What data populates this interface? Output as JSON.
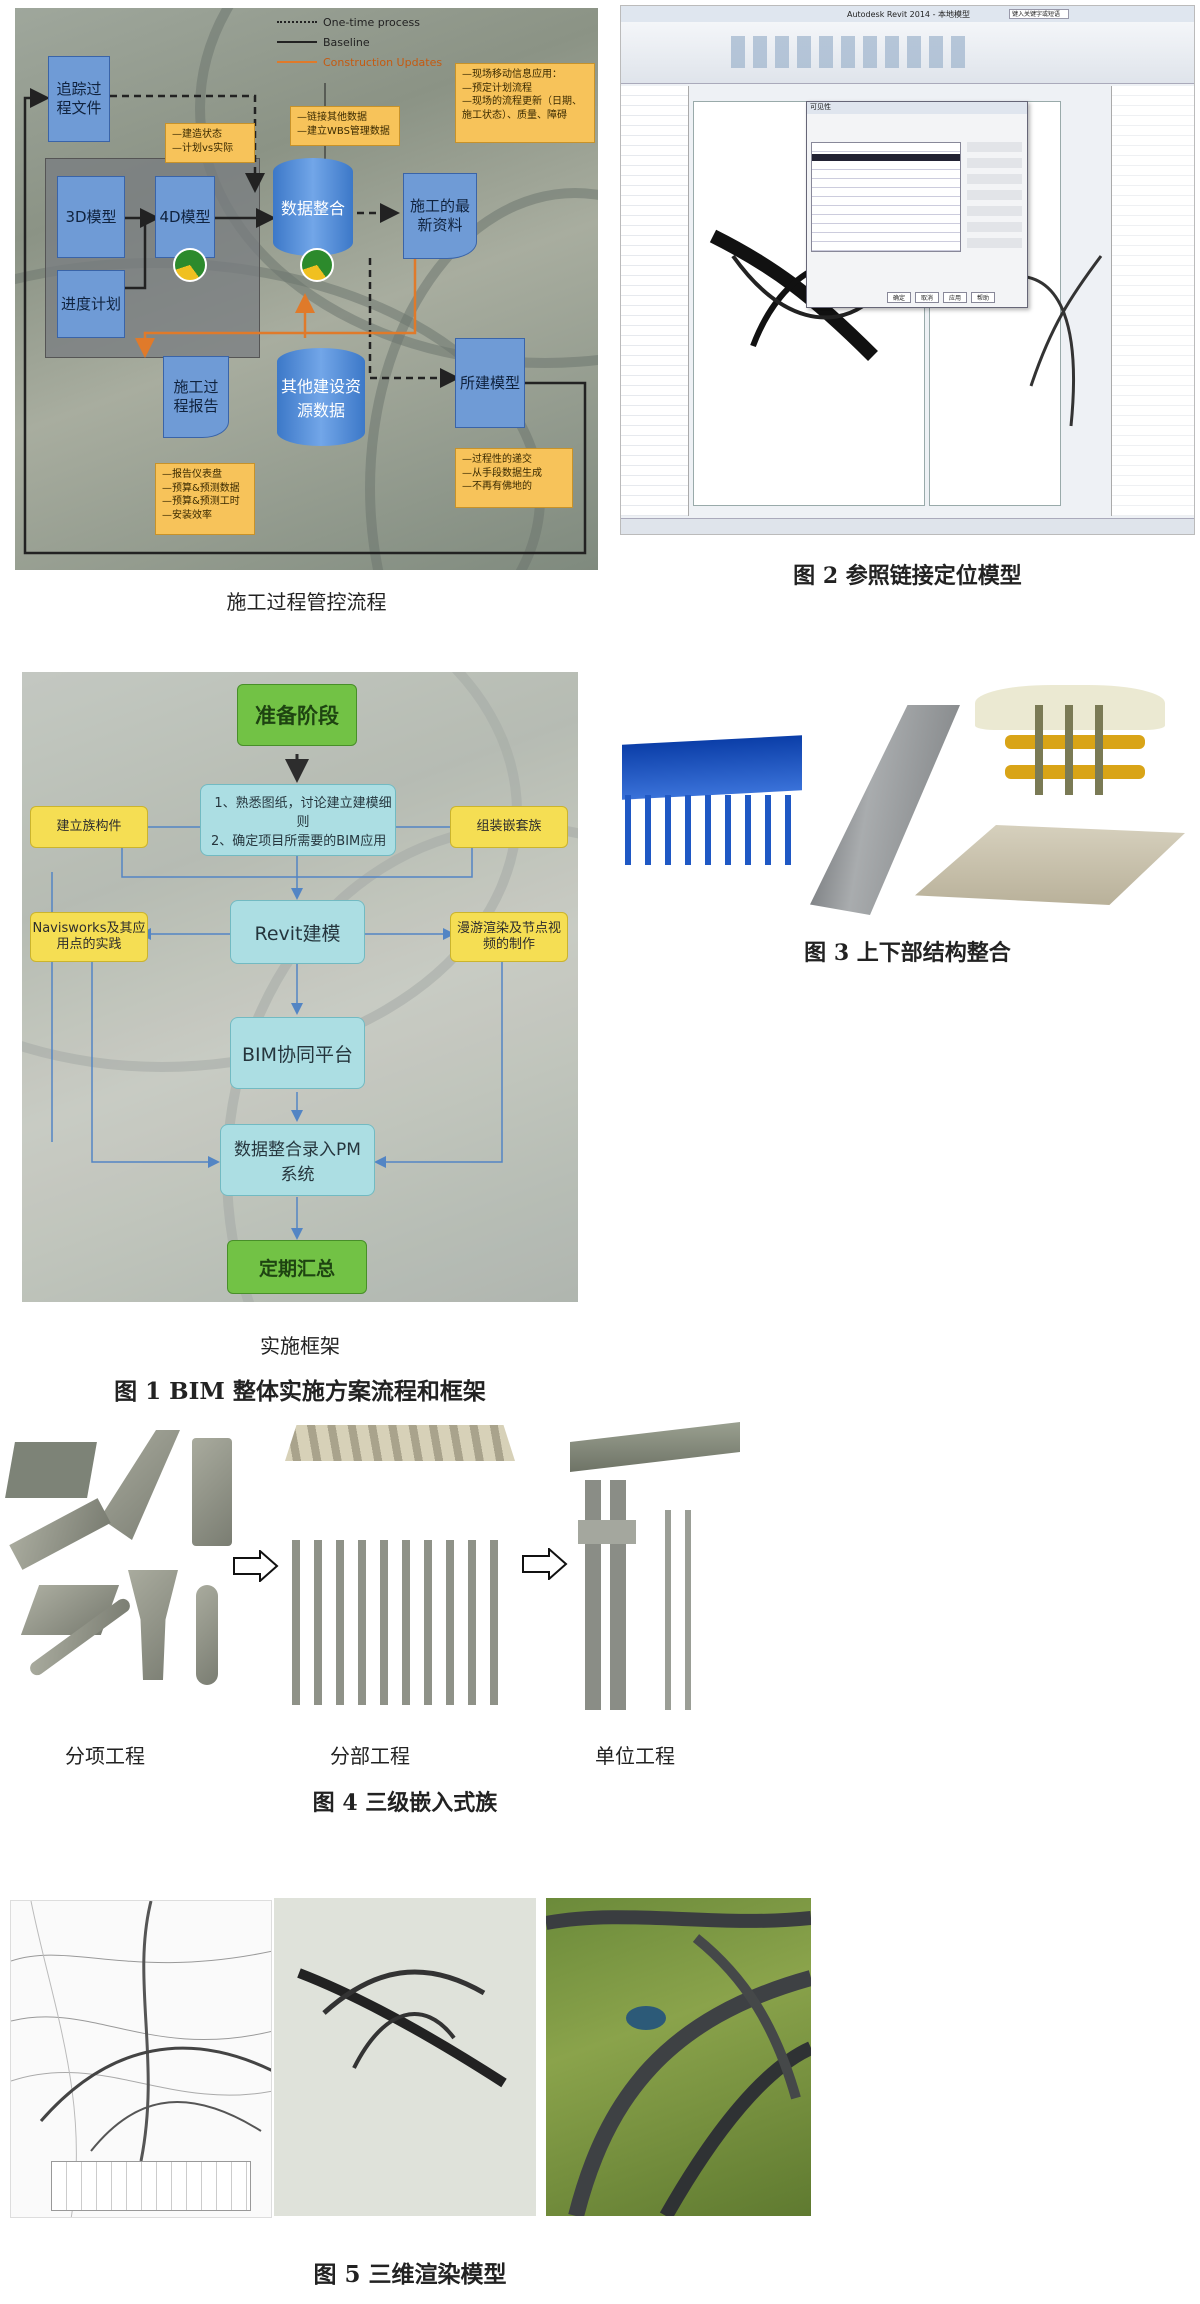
{
  "fig_process": {
    "legend": [
      "One-time process",
      "Baseline",
      "Construction Updates"
    ],
    "boxes": {
      "track": "追踪过程文件",
      "model3d": "3D模型",
      "model4d": "4D模型",
      "schedule": "进度计划",
      "integrate": "数据整合",
      "latest": "施工的最新资料",
      "report": "施工过程报告",
      "resource": "其他建设资源数据",
      "asbuilt": "所建模型"
    },
    "notes": {
      "n4d": [
        "—建造状态",
        "—计划vs实际"
      ],
      "nint": [
        "—链接其他数据",
        "—建立WBS管理数据"
      ],
      "nlatest": [
        "—现场移动信息应用：",
        "—预定计划流程",
        "—现场的流程更新（日期、",
        "施工状态）、质量、障碍"
      ],
      "nreport": [
        "—报告仪表盘",
        "—预算&预测数据",
        "—预算&预测工时",
        "—安装效率"
      ],
      "nasbuilt": [
        "—过程性的递交",
        "—从手段数据生成",
        "—不再有佛地的"
      ]
    },
    "caption": "施工过程管控流程"
  },
  "fig2": {
    "title_bar": "Autodesk Revit 2014 - 本地模型",
    "search": "键入关键字或短语",
    "dialog_title": "可见性",
    "buttons": [
      "确定",
      "取消",
      "应用",
      "帮助"
    ],
    "caption": "图 2  参照链接定位模型"
  },
  "fig_framework": {
    "prep": "准备阶段",
    "steps": [
      "1、熟悉图纸，讨论建立建模细则",
      "2、确定项目所需要的BIM应用"
    ],
    "left1": "建立族构件",
    "right1": "组装嵌套族",
    "left2": "Navisworks及其应用点的实践",
    "right2": "漫游渲染及节点视频的制作",
    "revit": "Revit建模",
    "bim": "BIM协同平台",
    "pm": "数据整合录入PM系统",
    "summary": "定期汇总",
    "subcaption": "实施框架",
    "caption": "图 1  BIM 整体实施方案流程和框架"
  },
  "fig3": {
    "caption": "图 3  上下部结构整合"
  },
  "fig4": {
    "labels": [
      "分项工程",
      "分部工程",
      "单位工程"
    ],
    "caption": "图 4  三级嵌入式族"
  },
  "fig5": {
    "caption": "图 5  三维渲染模型"
  },
  "colors": {
    "accent_green": "#6bbf3c",
    "accent_teal": "#a8dde2",
    "accent_yellow": "#f5dd4a",
    "box_blue": "#6f9bd6",
    "orange_line": "#e07a2a"
  }
}
